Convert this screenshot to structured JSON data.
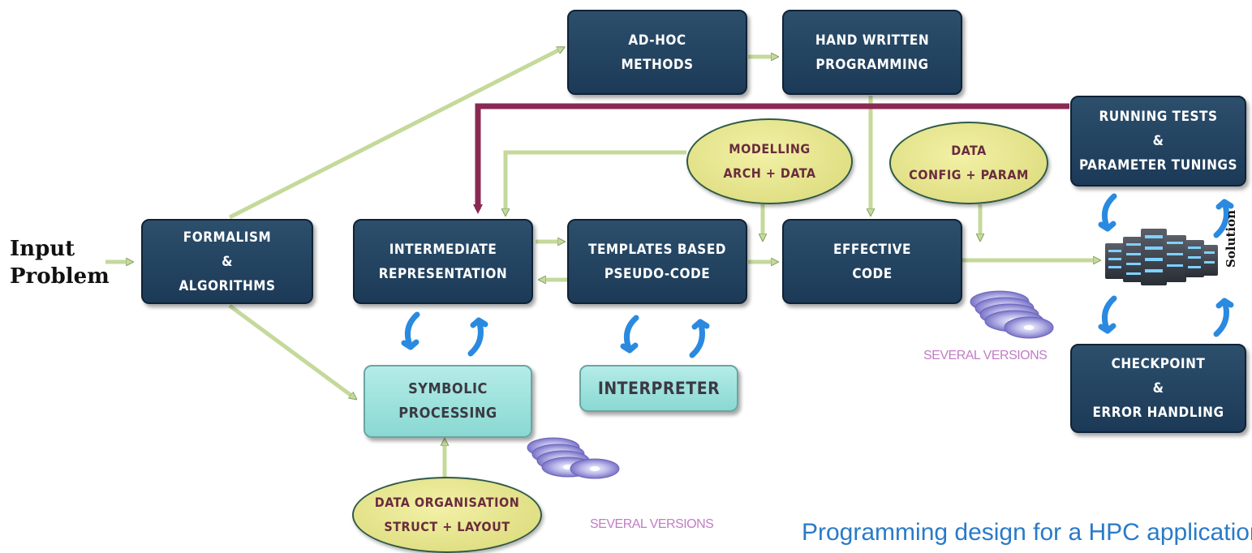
{
  "input_label": [
    "Input",
    "Problem"
  ],
  "solution_label": "Solution",
  "boxes": {
    "formalism": [
      "FORMALISM",
      "&",
      "ALGORITHMS"
    ],
    "adhoc": [
      "AD-HOC",
      "METHODS"
    ],
    "handwritten": [
      "HAND WRITTEN",
      "PROGRAMMING"
    ],
    "intermediate": [
      "INTERMEDIATE",
      "REPRESENTATION"
    ],
    "templates": [
      "TEMPLATES BASED",
      "PSEUDO-CODE"
    ],
    "effective": [
      "EFFECTIVE",
      "CODE"
    ],
    "running": [
      "RUNNING TESTS",
      "&",
      "PARAMETER TUNINGS"
    ],
    "checkpoint": [
      "CHECKPOINT",
      "&",
      "ERROR HANDLING"
    ],
    "symbolic": [
      "SYMBOLIC",
      "PROCESSING"
    ],
    "interpreter": [
      "INTERPRETER"
    ]
  },
  "ellipses": {
    "modelling": [
      "MODELLING",
      "ARCH + DATA"
    ],
    "data_config": [
      "DATA",
      "CONFIG + PARAM"
    ],
    "data_org": [
      "DATA ORGANISATION",
      "STRUCT + LAYOUT"
    ]
  },
  "several_versions_1": "SEVERAL VERSIONS",
  "several_versions_2": "SEVERAL VERSIONS",
  "caption": "Programming design for a HPC application",
  "colors": {
    "dark_box": "#1f3d5a",
    "light_box": "#9be0da",
    "ellipse": "#e6e58c",
    "flow_arrow": "#c5d99b",
    "feedback_arrow": "#8a2a52",
    "cycle_arrow": "#2a8ae0",
    "versions_text": "#c27cc6",
    "caption_text": "#2a7ac8"
  },
  "icons": [
    "cd-stack-icon",
    "server-rack-icon",
    "cycle-arrow-icon"
  ]
}
